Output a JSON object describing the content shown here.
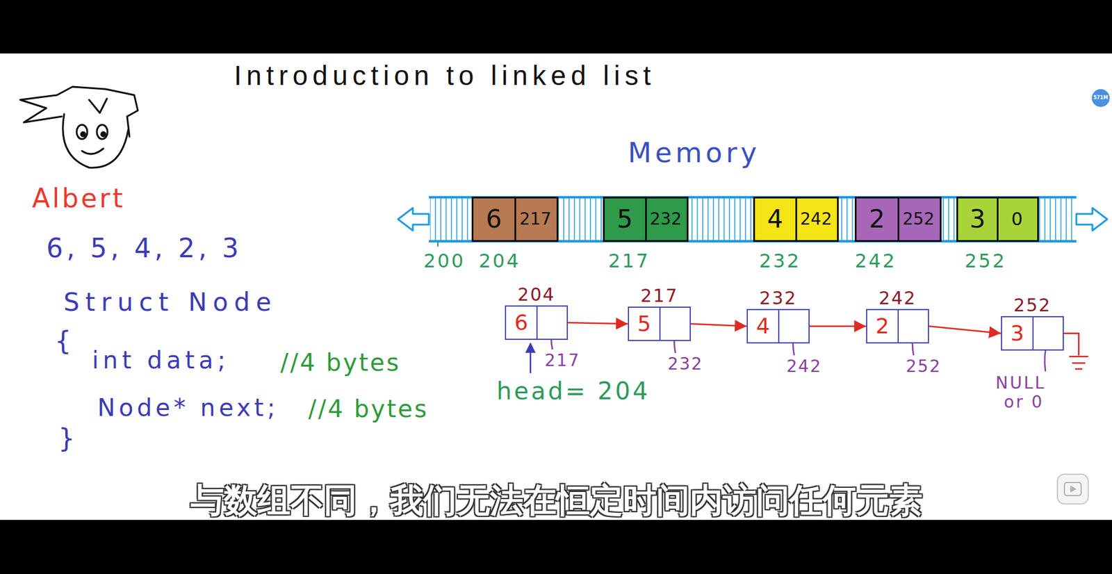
{
  "diagram": {
    "title": "Introduction to linked list",
    "caption": "与数组不同，我们无法在恒定时间内访问任何元素",
    "nodes": [
      {
        "text": [
          "6",
          "217"
        ]
      },
      {
        "text": [
          "5",
          "232"
        ]
      },
      {
        "text": [
          "4",
          "242"
        ]
      },
      {
        "text": [
          "2",
          "252"
        ]
      },
      {
        "text": [
          "3",
          "0"
        ]
      },
      {
        "text": [
          "204",
          "6"
        ]
      },
      {
        "text": [
          "217",
          "5"
        ]
      },
      {
        "text": [
          "232",
          "4"
        ]
      },
      {
        "text": [
          "242",
          "2"
        ]
      },
      {
        "text": [
          "252",
          "3"
        ]
      }
    ],
    "edges": [
      {
        "from": 5,
        "to": 6,
        "arrow": "to"
      },
      {
        "from": 6,
        "to": 7,
        "arrow": "to"
      },
      {
        "from": 7,
        "to": 8,
        "arrow": "to"
      },
      {
        "from": 8,
        "to": 9,
        "arrow": "to"
      }
    ],
    "labels": [
      "571M",
      "Albert",
      "6, 5, 4, 2, 3",
      "Struct Node",
      "{",
      "int data;",
      "//4 bytes",
      "Node* next;",
      "//4 bytes",
      "}",
      "Memory",
      "200",
      "204",
      "217",
      "232",
      "242",
      "252",
      "217",
      "232",
      "242",
      "252",
      "head= 204",
      "NULL",
      "or 0"
    ]
  }
}
